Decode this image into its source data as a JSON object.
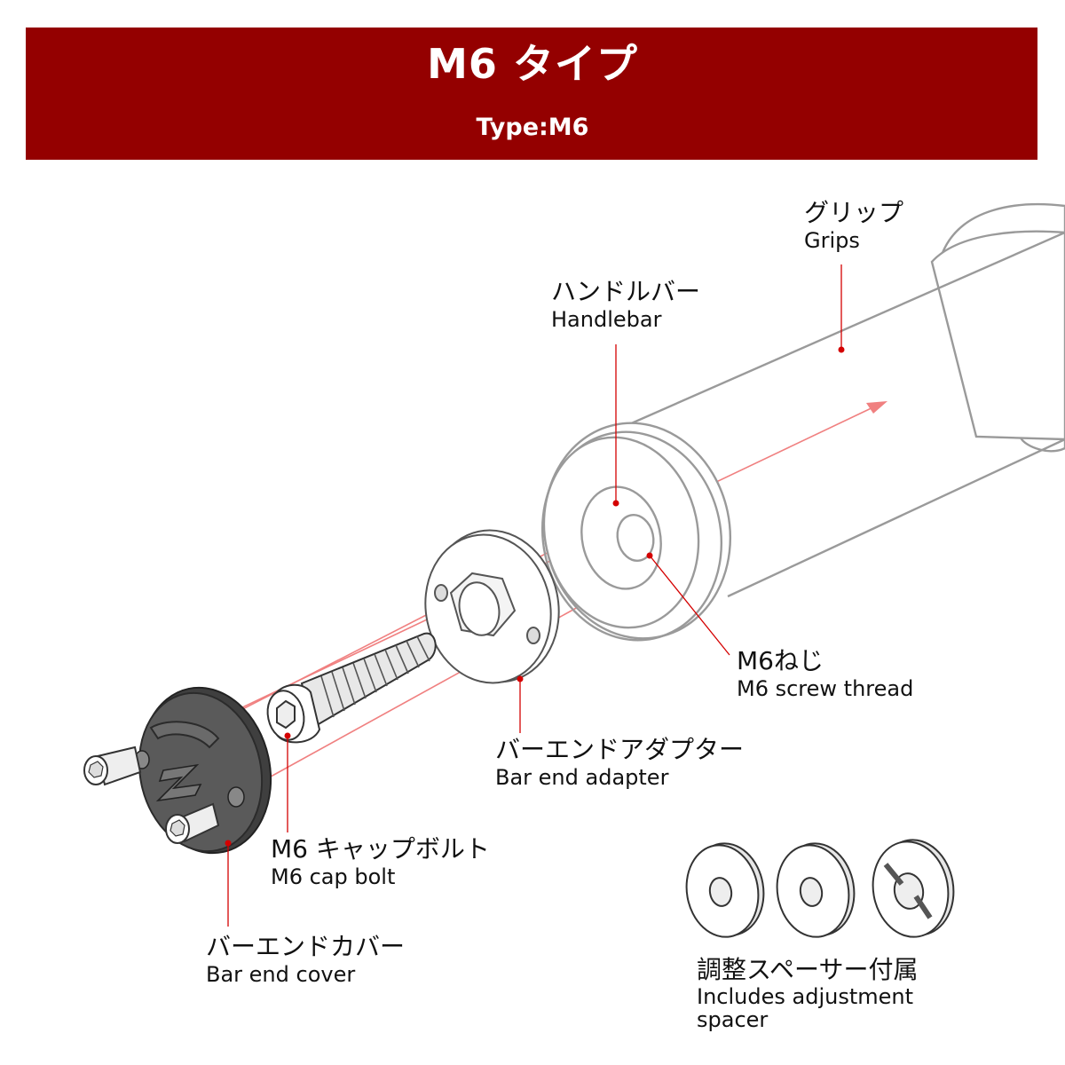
{
  "header": {
    "title": "M6 タイプ",
    "subtitle": "Type:M6"
  },
  "labels": {
    "grips": {
      "ja": "グリップ",
      "en": "Grips"
    },
    "handlebar": {
      "ja": "ハンドルバー",
      "en": "Handlebar"
    },
    "screw_thread": {
      "ja": "M6ねじ",
      "en": "M6 screw thread"
    },
    "adapter": {
      "ja": "バーエンドアダプター",
      "en": "Bar end adapter"
    },
    "cap_bolt": {
      "ja": "M6 キャップボルト",
      "en": "M6 cap bolt"
    },
    "cover": {
      "ja": "バーエンドカバー",
      "en": "Bar end cover"
    },
    "spacer": {
      "ja": "調整スペーサー付属",
      "en_line1": "Includes adjustment",
      "en_line2": "spacer"
    }
  },
  "colors": {
    "header_bg": "#940000",
    "leader_line": "#d40000",
    "axis_line": "#f08080",
    "outline": "#9a9a9a",
    "part_dark": "#4a4a4a"
  },
  "icons": {
    "cover_logo": "z-logo-icon"
  }
}
